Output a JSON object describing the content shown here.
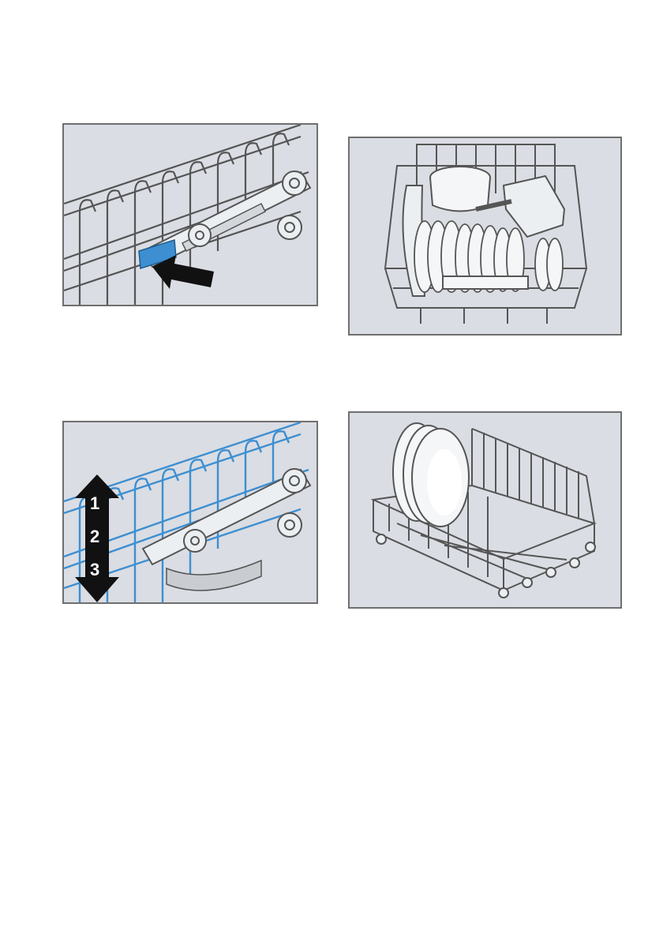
{
  "figures": [
    {
      "id": "press-release-lever",
      "icons": [
        "wire-rack",
        "release-lever",
        "push-arrow-icon"
      ]
    },
    {
      "id": "upper-basket-loaded",
      "icons": [
        "wire-basket",
        "plates",
        "bowl",
        "casserole-dish"
      ]
    },
    {
      "id": "height-adjust",
      "icons": [
        "wire-rack",
        "height-arrow-icon"
      ],
      "height_levels": [
        "1",
        "2",
        "3"
      ]
    },
    {
      "id": "lower-basket-large-plates",
      "icons": [
        "wire-basket",
        "large-plates",
        "wheels"
      ]
    }
  ],
  "colors": {
    "panel_bg": "#dadde3",
    "panel_border": "#6f6f6f",
    "rack_wire": "#555555",
    "highlight_blue": "#3d8fd1",
    "arrow_black": "#111111"
  }
}
